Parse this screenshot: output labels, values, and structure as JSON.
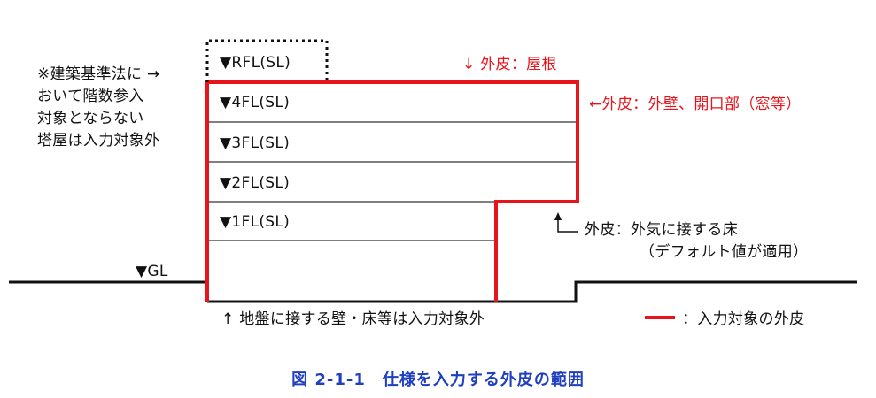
{
  "floors": [
    {
      "label": "▼RFL(SL)"
    },
    {
      "label": "▼4FL(SL)"
    },
    {
      "label": "▼3FL(SL)"
    },
    {
      "label": "▼2FL(SL)"
    },
    {
      "label": "▼1FL(SL)"
    }
  ],
  "gl_label": "▼GL",
  "note_left": [
    "※建築基準法に →",
    "おいて階数参入",
    "対象とならない",
    "塔屋は入力対象外"
  ],
  "label_roof": "↓ 外皮：屋根",
  "label_wall": "←外皮：外壁、開口部（窓等）",
  "label_floor_line1": "外皮：外気に接する床",
  "label_floor_line2": "（デフォルト値が適用）",
  "label_ground": "↑ 地盤に接する壁・床等は入力対象外",
  "legend_label": "：入力対象の外皮",
  "caption": "図 2-1-1　仕様を入力する外皮の範囲",
  "colors": {
    "envelope": "#e8141c",
    "caption": "#1f3fbf",
    "line": "#111111"
  }
}
